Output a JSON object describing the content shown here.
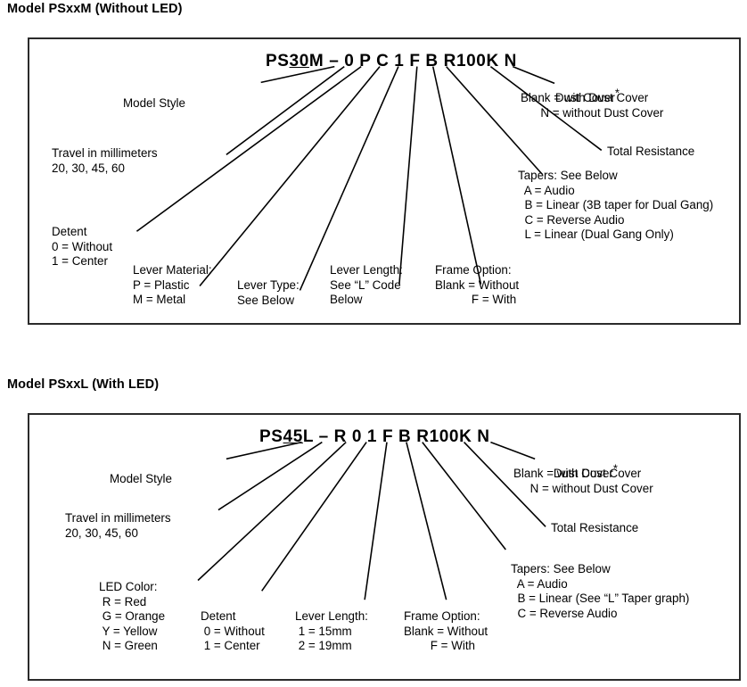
{
  "panels": [
    {
      "title": "Model PSxxM (Without LED)",
      "part_number": "PS30M – 0 P C 1 F B R100K N",
      "part_number_segments": [
        "PS",
        "30",
        "M",
        "–",
        "0",
        "P",
        "C",
        "1",
        "F",
        "B",
        "R100K",
        "N"
      ],
      "labels": {
        "model_style": "Model Style",
        "travel": "Travel in millimeters\n20, 30, 45, 60",
        "detent": "Detent\n0 = Without\n1 = Center",
        "lever_material": "Lever Material:\nP = Plastic\nM = Metal",
        "lever_type": "Lever Type:\nSee Below",
        "lever_length": "Lever Length:\nSee “L” Code\nBelow",
        "frame_option": "Frame Option:\nBlank = Without\n           F = With",
        "tapers": "Tapers: See Below\n  A = Audio\n  B = Linear (3B taper for Dual Gang)\n  C = Reverse Audio\n  L = Linear (Dual Gang Only)",
        "dust_cover_title": "Dust Cover",
        "dust_cover_mark": "*",
        "dust_cover_lines": "Blank = with Dust Cover\n      N = without Dust Cover",
        "total_resistance": "Total Resistance"
      }
    },
    {
      "title": "Model PSxxL (With LED)",
      "part_number": "PS45L – R 0 1 F B R100K N",
      "part_number_segments": [
        "PS",
        "45",
        "L",
        "–",
        "R",
        "0",
        "1",
        "F",
        "B",
        "R100K",
        "N"
      ],
      "labels": {
        "model_style": "Model Style",
        "travel": "Travel in millimeters\n20, 30, 45, 60",
        "led_color": "LED Color:\n R = Red\n G = Orange\n Y = Yellow\n N = Green",
        "detent": "Detent\n 0 = Without\n 1 = Center",
        "lever_length": "Lever Length:\n 1 = 15mm\n 2 = 19mm",
        "frame_option": "Frame Option:\nBlank = Without\n        F = With",
        "tapers": "Tapers: See Below\n  A = Audio\n  B = Linear (See “L” Taper graph)\n  C = Reverse Audio",
        "dust_cover_title": "Dust Cover",
        "dust_cover_mark": "*",
        "dust_cover_lines": "Blank = with Dust Cover\n     N = without Dust Cover",
        "total_resistance": "Total Resistance"
      }
    }
  ],
  "colors": {
    "ink": "#000000",
    "border": "#2b2b2b",
    "background": "#ffffff"
  }
}
